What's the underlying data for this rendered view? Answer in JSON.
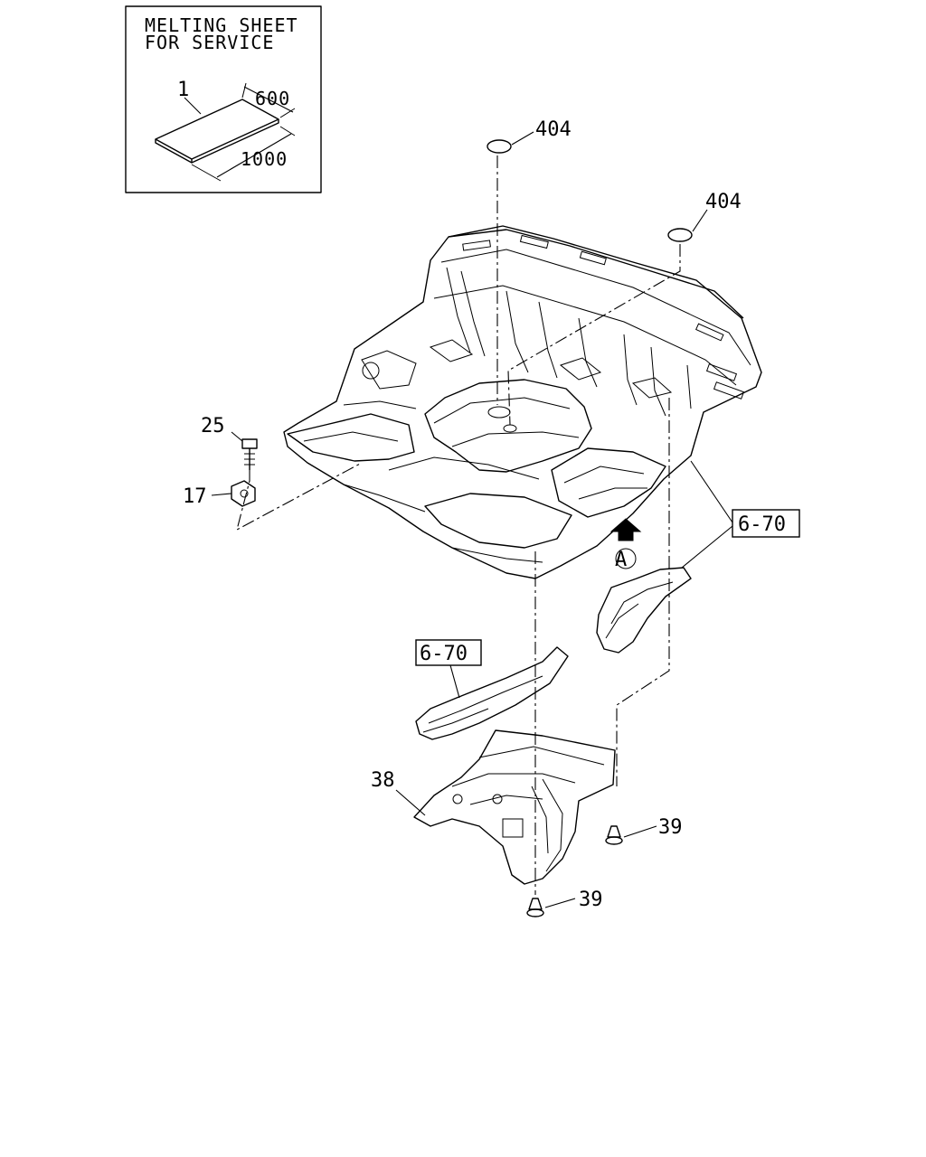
{
  "inset": {
    "title_line1": "MELTING SHEET",
    "title_line2": "FOR SERVICE",
    "part_number": "1",
    "dim_width": "600",
    "dim_length": "1000"
  },
  "callouts": {
    "plug_top": "404",
    "plug_right": "404",
    "bolt": "25",
    "bracket": "17",
    "frame_ref_right": "6-70",
    "frame_ref_left": "6-70",
    "view_marker": "A",
    "cover": "38",
    "clip_right": "39",
    "clip_bottom": "39"
  }
}
